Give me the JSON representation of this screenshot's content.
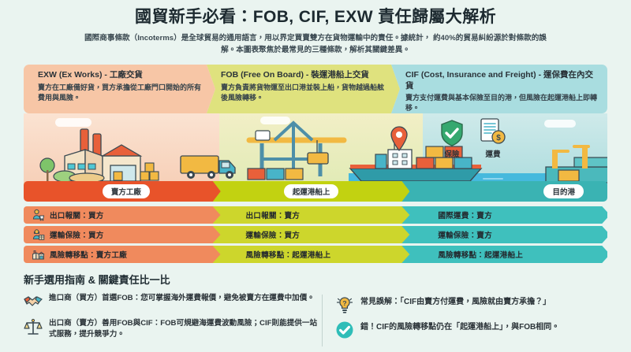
{
  "header": {
    "title": "國貿新手必看：FOB, CIF, EXW 責任歸屬大解析",
    "subtitle_line1": "國際商事條款（Incoterms）是全球貿易的通用語言，用以界定買賣雙方在貨物運輸中的責任。據統計，",
    "subtitle_line2": "約40%的貿易糾紛源於對條款的誤解。本圖表聚焦於最常見的三種條款，解析其關鍵差異。"
  },
  "cards": [
    {
      "key": "exw",
      "title": "EXW (Ex Works) - 工廠交貨",
      "desc": "賣方在工廠備好貨，買方承擔從工廠門口開始的所有費用與風險。",
      "color": "#f7c6a6"
    },
    {
      "key": "fob",
      "title": "FOB (Free On Board) - 裝運港船上交貨",
      "desc": "賣方負責將貨物運至出口港並裝上船，貨物越過船舷後風險轉移。",
      "color": "#dfe27e"
    },
    {
      "key": "cif",
      "title": "CIF (Cost, Insurance and Freight) - 運保費在內交貨",
      "desc": "賣方支付運費與基本保險至目的港，但風險在起運港船上即轉移。",
      "color": "#a9dde0"
    }
  ],
  "scene": {
    "insurance_label": "保險",
    "freight_label": "運費"
  },
  "delivery_points": [
    {
      "label": "賣方工廠",
      "color": "#e8532a"
    },
    {
      "label": "起運港船上",
      "color": "#c2d211"
    },
    {
      "label": "目的港",
      "color": "#3ab3b3"
    }
  ],
  "responsibility": {
    "rows": [
      {
        "exw": {
          "icon": "customs-agent-icon",
          "text": "出口報關：買方"
        },
        "fob": {
          "icon": "",
          "text": "出口報關：賣方"
        },
        "cif": {
          "icon": "",
          "text": "國際運費：賣方"
        }
      },
      {
        "exw": {
          "icon": "insurance-parcel-icon",
          "text": "運輸保險：買方"
        },
        "fob": {
          "icon": "",
          "text": "運輸保險：買方"
        },
        "cif": {
          "icon": "",
          "text": "運輸保險：賣方"
        }
      },
      {
        "exw": {
          "icon": "factory-icon",
          "text": "風險轉移點：賣方工廠"
        },
        "fob": {
          "icon": "",
          "text": "風險轉移點：起運港船上"
        },
        "cif": {
          "icon": "",
          "text": "風險轉移點：起運港船上"
        }
      }
    ]
  },
  "bottom": {
    "title": "新手選用指南 & 關鍵責任比一比",
    "tips_left": [
      {
        "icon": "handshake-icon",
        "text": "進口商（買方）首選FOB：您可掌握海外運費報價，避免被賣方在運費中加價。"
      },
      {
        "icon": "scales-icon",
        "text": "出口商（賣方）善用FOB與CIF：FOB可規避海運費波動風險；CIF則能提供一站式服務，提升競爭力。"
      }
    ],
    "tips_right": [
      {
        "icon": "lightbulb-question-icon",
        "text": "常見誤解：「CIF由賣方付運費，風險就由賣方承擔？」"
      },
      {
        "icon": "check-circle-icon",
        "text": "錯！CIF的風險轉移點仍在「起運港船上」，與FOB相同。"
      }
    ]
  },
  "colors": {
    "background": "#eaf4f0",
    "orange": "#f08a5d",
    "orange_dark": "#e8532a",
    "lime": "#cdd62c",
    "lime_dark": "#c2d211",
    "teal": "#3fc0bd",
    "teal_dark": "#3ab3b3"
  }
}
